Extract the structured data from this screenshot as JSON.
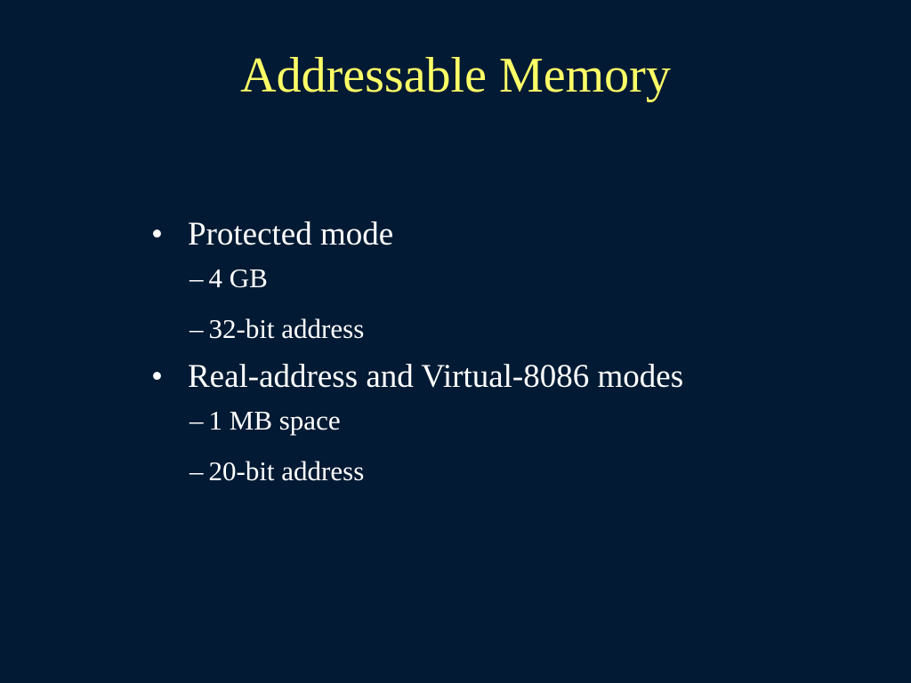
{
  "slide": {
    "title": "Addressable Memory",
    "bullets": [
      {
        "text": "Protected mode",
        "subs": [
          "4 GB",
          "32-bit address"
        ]
      },
      {
        "text": "Real-address and Virtual-8086 modes",
        "subs": [
          "1 MB space",
          "20-bit address"
        ]
      }
    ],
    "bullet_glyph": "•",
    "sub_glyph": "–"
  }
}
